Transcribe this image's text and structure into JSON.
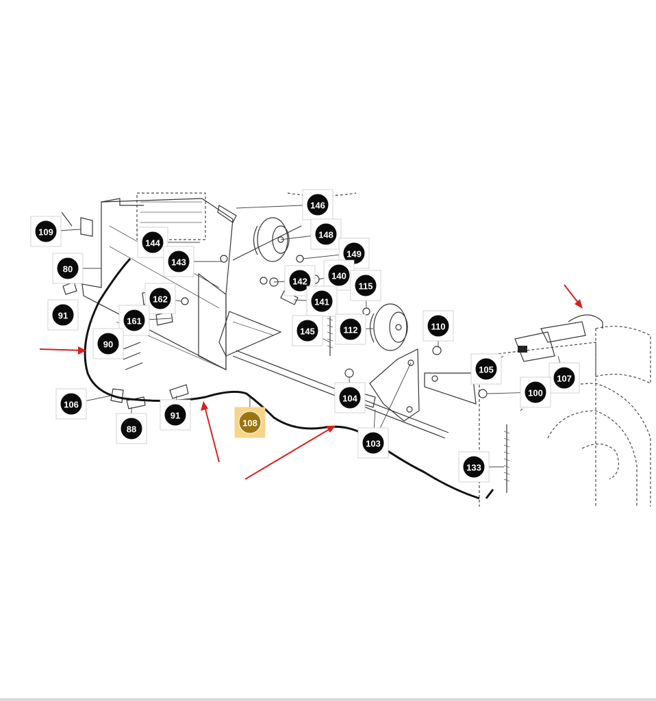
{
  "colors": {
    "callout_fill": "#0a0a0a",
    "callout_text": "#ffffff",
    "highlight_fill": "#9a7410",
    "highlight_box": "#f7d488",
    "arrow": "#d62020"
  },
  "callouts": [
    {
      "id": "109",
      "label": "109"
    },
    {
      "id": "80",
      "label": "80"
    },
    {
      "id": "91a",
      "label": "91"
    },
    {
      "id": "144",
      "label": "144"
    },
    {
      "id": "143",
      "label": "143"
    },
    {
      "id": "162",
      "label": "162"
    },
    {
      "id": "161",
      "label": "161"
    },
    {
      "id": "90",
      "label": "90"
    },
    {
      "id": "146",
      "label": "146"
    },
    {
      "id": "148",
      "label": "148"
    },
    {
      "id": "149",
      "label": "149"
    },
    {
      "id": "142",
      "label": "142"
    },
    {
      "id": "140",
      "label": "140"
    },
    {
      "id": "141",
      "label": "141"
    },
    {
      "id": "115",
      "label": "115"
    },
    {
      "id": "145",
      "label": "145"
    },
    {
      "id": "112",
      "label": "112"
    },
    {
      "id": "110",
      "label": "110"
    },
    {
      "id": "105",
      "label": "105"
    },
    {
      "id": "107",
      "label": "107"
    },
    {
      "id": "100",
      "label": "100"
    },
    {
      "id": "104",
      "label": "104"
    },
    {
      "id": "103",
      "label": "103"
    },
    {
      "id": "133",
      "label": "133"
    },
    {
      "id": "106",
      "label": "106"
    },
    {
      "id": "88",
      "label": "88"
    },
    {
      "id": "91b",
      "label": "91"
    },
    {
      "id": "108",
      "label": "108",
      "highlighted": true
    }
  ]
}
